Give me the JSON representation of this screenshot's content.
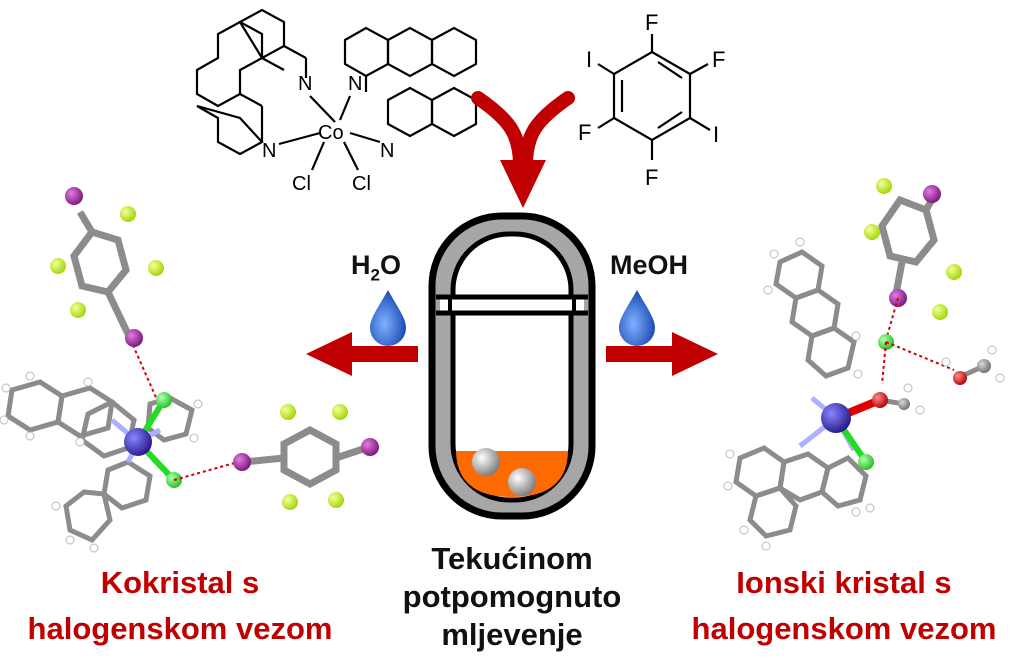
{
  "reactant_cobalt": {
    "metal": "Co",
    "nitrogen_label": "N",
    "ligand_label": "Cl"
  },
  "reactant_arene": {
    "fluorine_label": "F",
    "iodine_label": "I"
  },
  "solvents": {
    "left": {
      "main": "H",
      "sub": "2",
      "tail": "O"
    },
    "right": "MeOH"
  },
  "captions": {
    "left_line1": "Kokristal s",
    "left_line2": "halogenskom vezom",
    "center_line1": "Tekućinom",
    "center_line2": "potpomognuto",
    "center_line3": "mljevenje",
    "right_line1": "Ionski kristal s",
    "right_line2": "halogenskom vezom"
  },
  "colors": {
    "caption_red": "#c00000",
    "arrow_red": "#c00000",
    "jar_gray": "#a6a6a6",
    "orange_fill": "#ff6a00",
    "drop_blue": "#1f5fd6",
    "iodine_purple": "#8b1a8b",
    "fluorine_yellow": "#c8ff2a",
    "chlorine_green": "#33ee33",
    "cobalt_blue": "#3b2bd0",
    "oxygen_red": "#e00000",
    "carbon_gray": "#8c8c8c"
  }
}
